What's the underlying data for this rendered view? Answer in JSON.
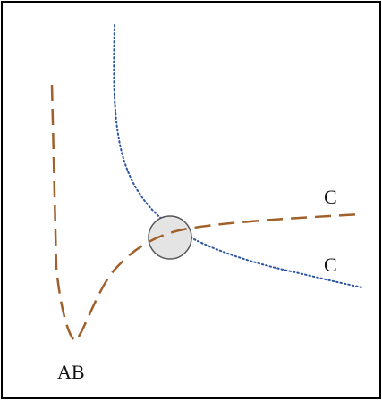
{
  "labels": {
    "c_upper": "C",
    "c_lower": "C",
    "ab": "AB"
  },
  "colors": {
    "frame": "#000000",
    "dashed_curve": "#a0602a",
    "dotted_curve": "#2d55a0",
    "circle_fill": "#e4e4e4",
    "circle_stroke": "#555555",
    "text": "#111111"
  }
}
